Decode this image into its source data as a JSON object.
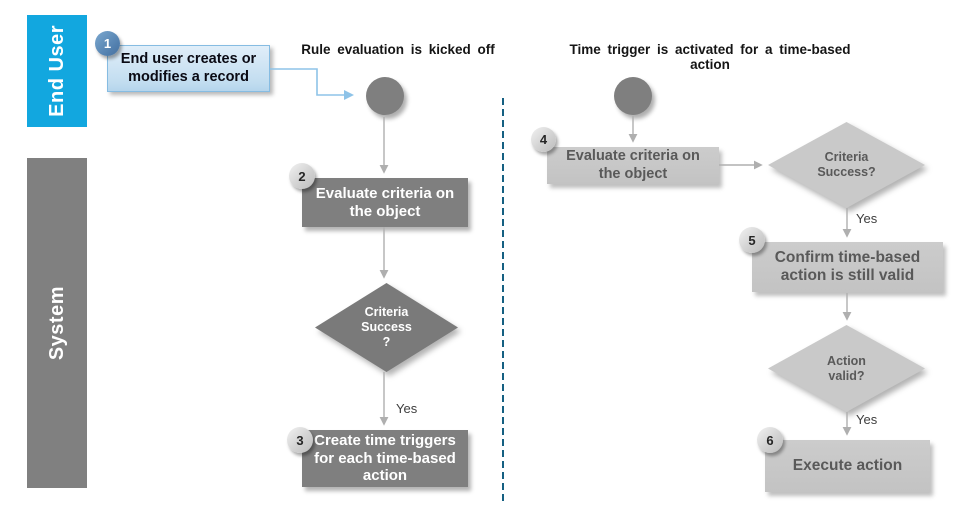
{
  "lanes": {
    "end_user": "End User",
    "system": "System"
  },
  "left_flow": {
    "title": "Rule evaluation is kicked off",
    "badge1": "1",
    "box1": "End user creates or\nmodifies a record",
    "badge2": "2",
    "box2": "Evaluate criteria on\nthe object",
    "decision1": "Criteria\nSuccess\n?",
    "yes1": "Yes",
    "badge3": "3",
    "box3": "Create time triggers\nfor each time-based\naction"
  },
  "right_flow": {
    "title": "Time trigger is activated for a time-based action",
    "badge4": "4",
    "box4": "Evaluate criteria on\nthe object",
    "decision2": "Criteria\nSuccess?",
    "yes2": "Yes",
    "badge5": "5",
    "box5": "Confirm time-based\naction is still valid",
    "decision3": "Action\nvalid?",
    "yes3": "Yes",
    "badge6": "6",
    "box6": "Execute action"
  },
  "colors": {
    "lane_end_user": "#12A7DF",
    "lane_system": "#808080",
    "dark_shape": "#7F7F7F",
    "light_shape": "#C9C9C9",
    "step_blue_box": "#C2DDF0",
    "badge_blue": "#527FAE",
    "badge_gray": "#D2D2D2",
    "connector_gray": "#AFAFAF",
    "connector_blue": "#8EC3E8",
    "divider_dashed": "#156082"
  }
}
